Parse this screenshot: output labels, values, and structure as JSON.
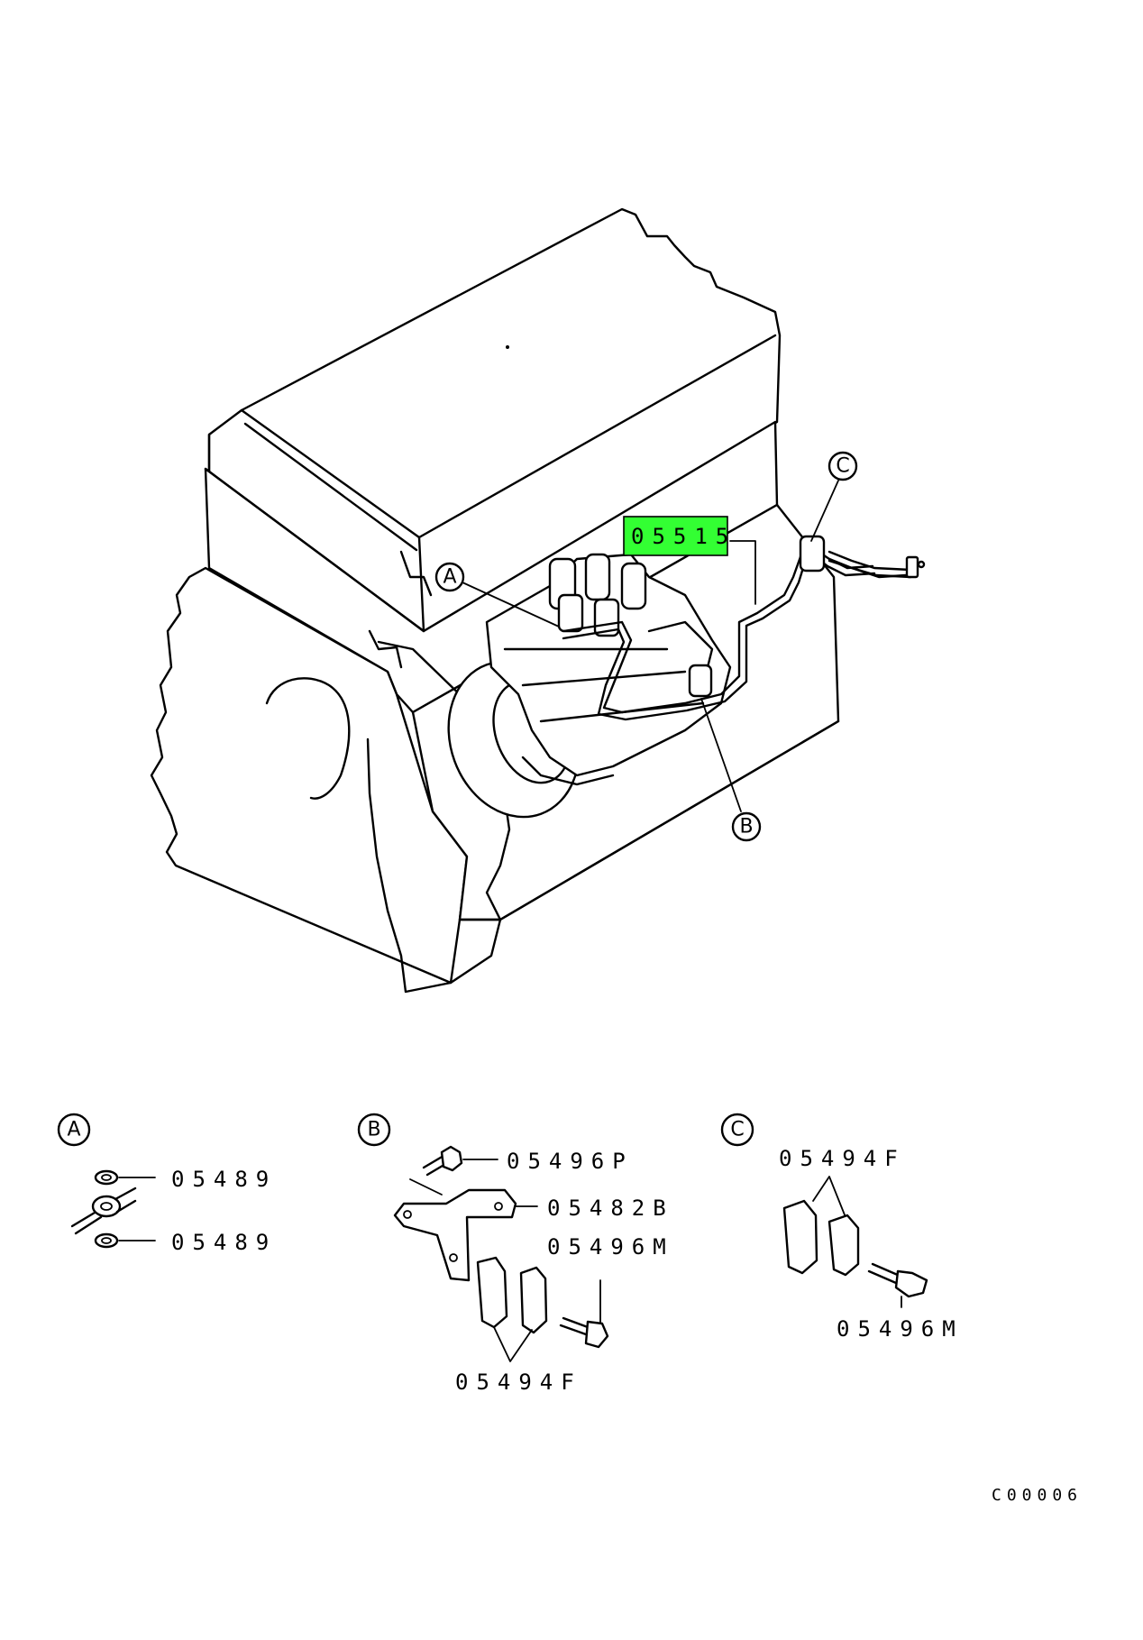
{
  "highlighted_part": {
    "number": "05515",
    "highlight_color": "#33ff33"
  },
  "callouts": {
    "a": "A",
    "b": "B",
    "c": "C"
  },
  "detail_a": {
    "marker": "A",
    "parts": [
      "05489",
      "05489"
    ]
  },
  "detail_b": {
    "marker": "B",
    "parts": {
      "bolt": "05496P",
      "bracket": "05482B",
      "bolt_lower": "05496M",
      "clamp": "05494F"
    }
  },
  "detail_c": {
    "marker": "C",
    "parts": {
      "clamp": "05494F",
      "bolt": "05496M"
    }
  },
  "drawing_code": "C00006"
}
